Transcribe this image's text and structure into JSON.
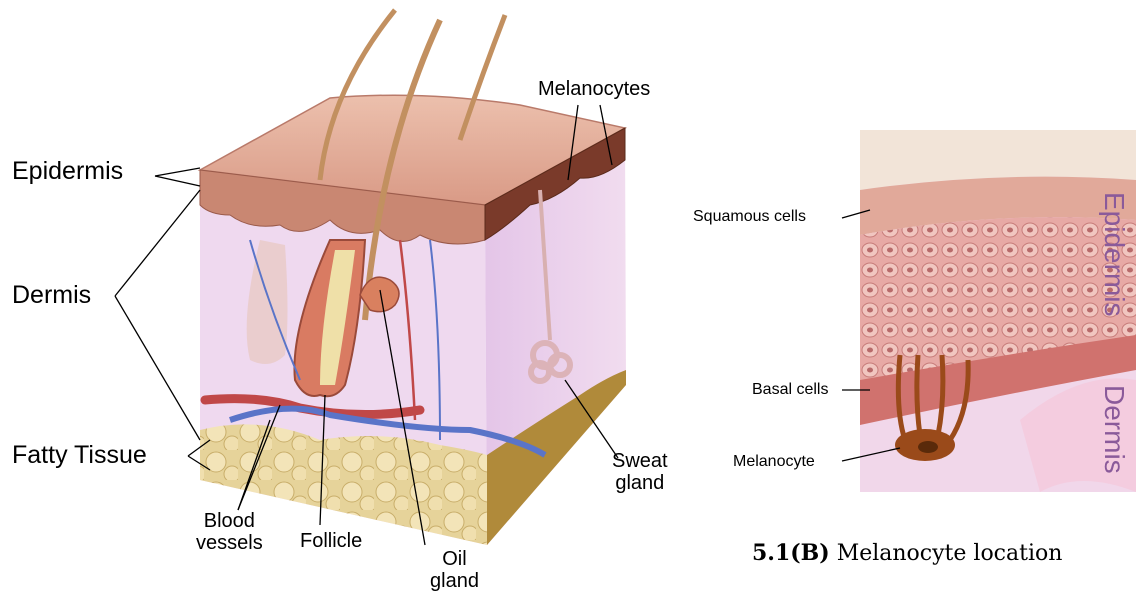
{
  "left_diagram": {
    "labels": {
      "epidermis": "Epidermis",
      "dermis": "Dermis",
      "fatty_tissue": "Fatty Tissue",
      "melanocytes": "Melanocytes",
      "blood_vessels": "Blood\nvessels",
      "follicle": "Follicle",
      "oil_gland": "Oil\ngland",
      "sweat_gland": "Sweat\ngland"
    }
  },
  "right_diagram": {
    "labels": {
      "squamous_cells": "Squamous cells",
      "basal_cells": "Basal cells",
      "melanocyte": "Melanocyte",
      "epidermis_vertical": "Epidermis",
      "dermis_vertical": "Dermis"
    },
    "caption_number": "5.1(B)",
    "caption_text": "Melanocyte location"
  },
  "colors": {
    "epidermis_top": "#e0a58f",
    "dermis": "#e9c7e8",
    "fat": "#e8d8a0",
    "vessel_red": "#c04848",
    "vessel_blue": "#5a74c8"
  }
}
